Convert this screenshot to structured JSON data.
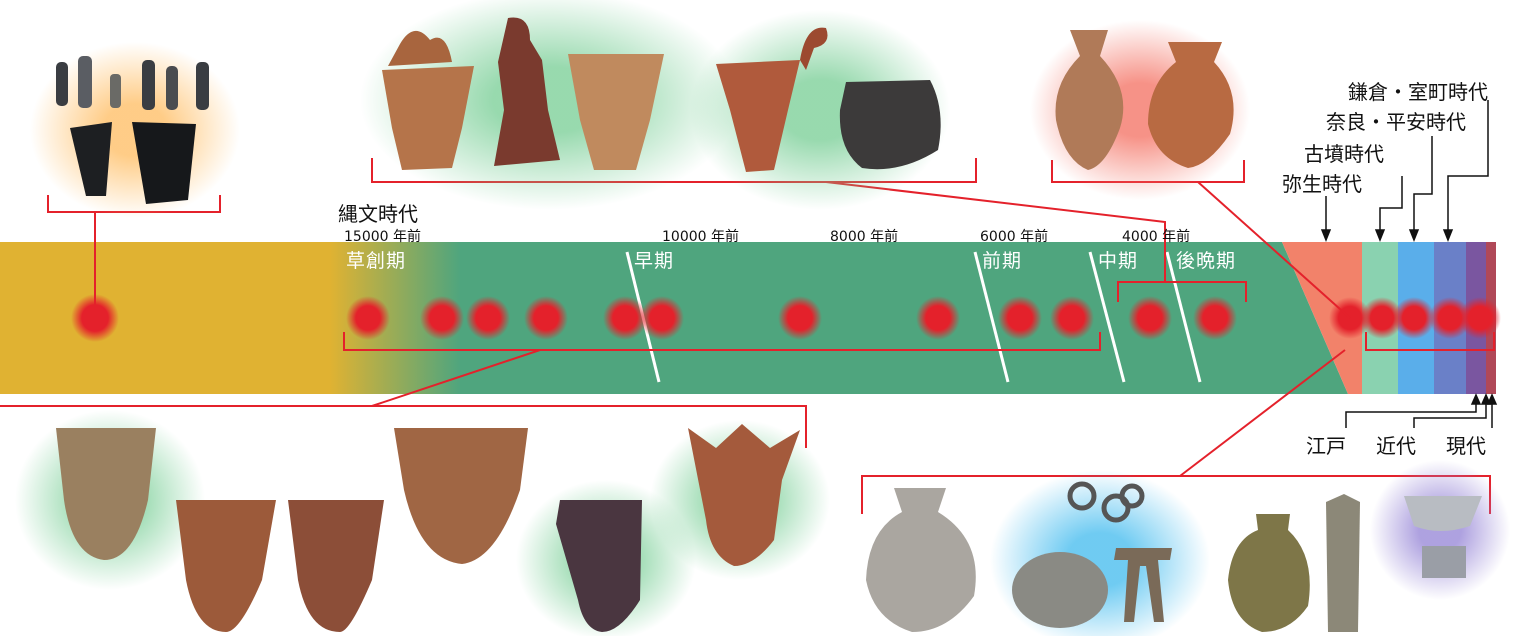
{
  "timeline": {
    "jomon_label": "縄文時代",
    "years": [
      "15000 年前",
      "10000 年前",
      "8000 年前",
      "6000 年前",
      "4000 年前"
    ],
    "subperiods": [
      "草創期",
      "早期",
      "前期",
      "中期",
      "後晩期"
    ]
  },
  "later_periods": {
    "yayoi": "弥生時代",
    "kofun": "古墳時代",
    "nara_heian": "奈良・平安時代",
    "kamakura_muromachi": "鎌倉・室町時代",
    "edo": "江戸",
    "kindai": "近代",
    "gendai": "現代"
  },
  "colors": {
    "paleolithic": "#E0B232",
    "jomon": "#4FA57E",
    "yayoi": "#F2826A",
    "kofun": "#8AD2B0",
    "nara_heian": "#5AAEEA",
    "kamakura_muromachi": "#6A80C8",
    "edo": "#7A56A0",
    "modern": "#B04858",
    "marker": "#E4212B"
  },
  "artifact_groups": [
    {
      "name": "paleolithic-stone-tools",
      "icon": "stone-tool-icon"
    },
    {
      "name": "jomon-middle-pottery",
      "icon": "pottery-icon"
    },
    {
      "name": "yayoi-jars",
      "icon": "jar-icon"
    },
    {
      "name": "jomon-early-pottery",
      "icon": "pottery-icon"
    },
    {
      "name": "historic-artifacts",
      "icon": "jar-icon"
    }
  ]
}
